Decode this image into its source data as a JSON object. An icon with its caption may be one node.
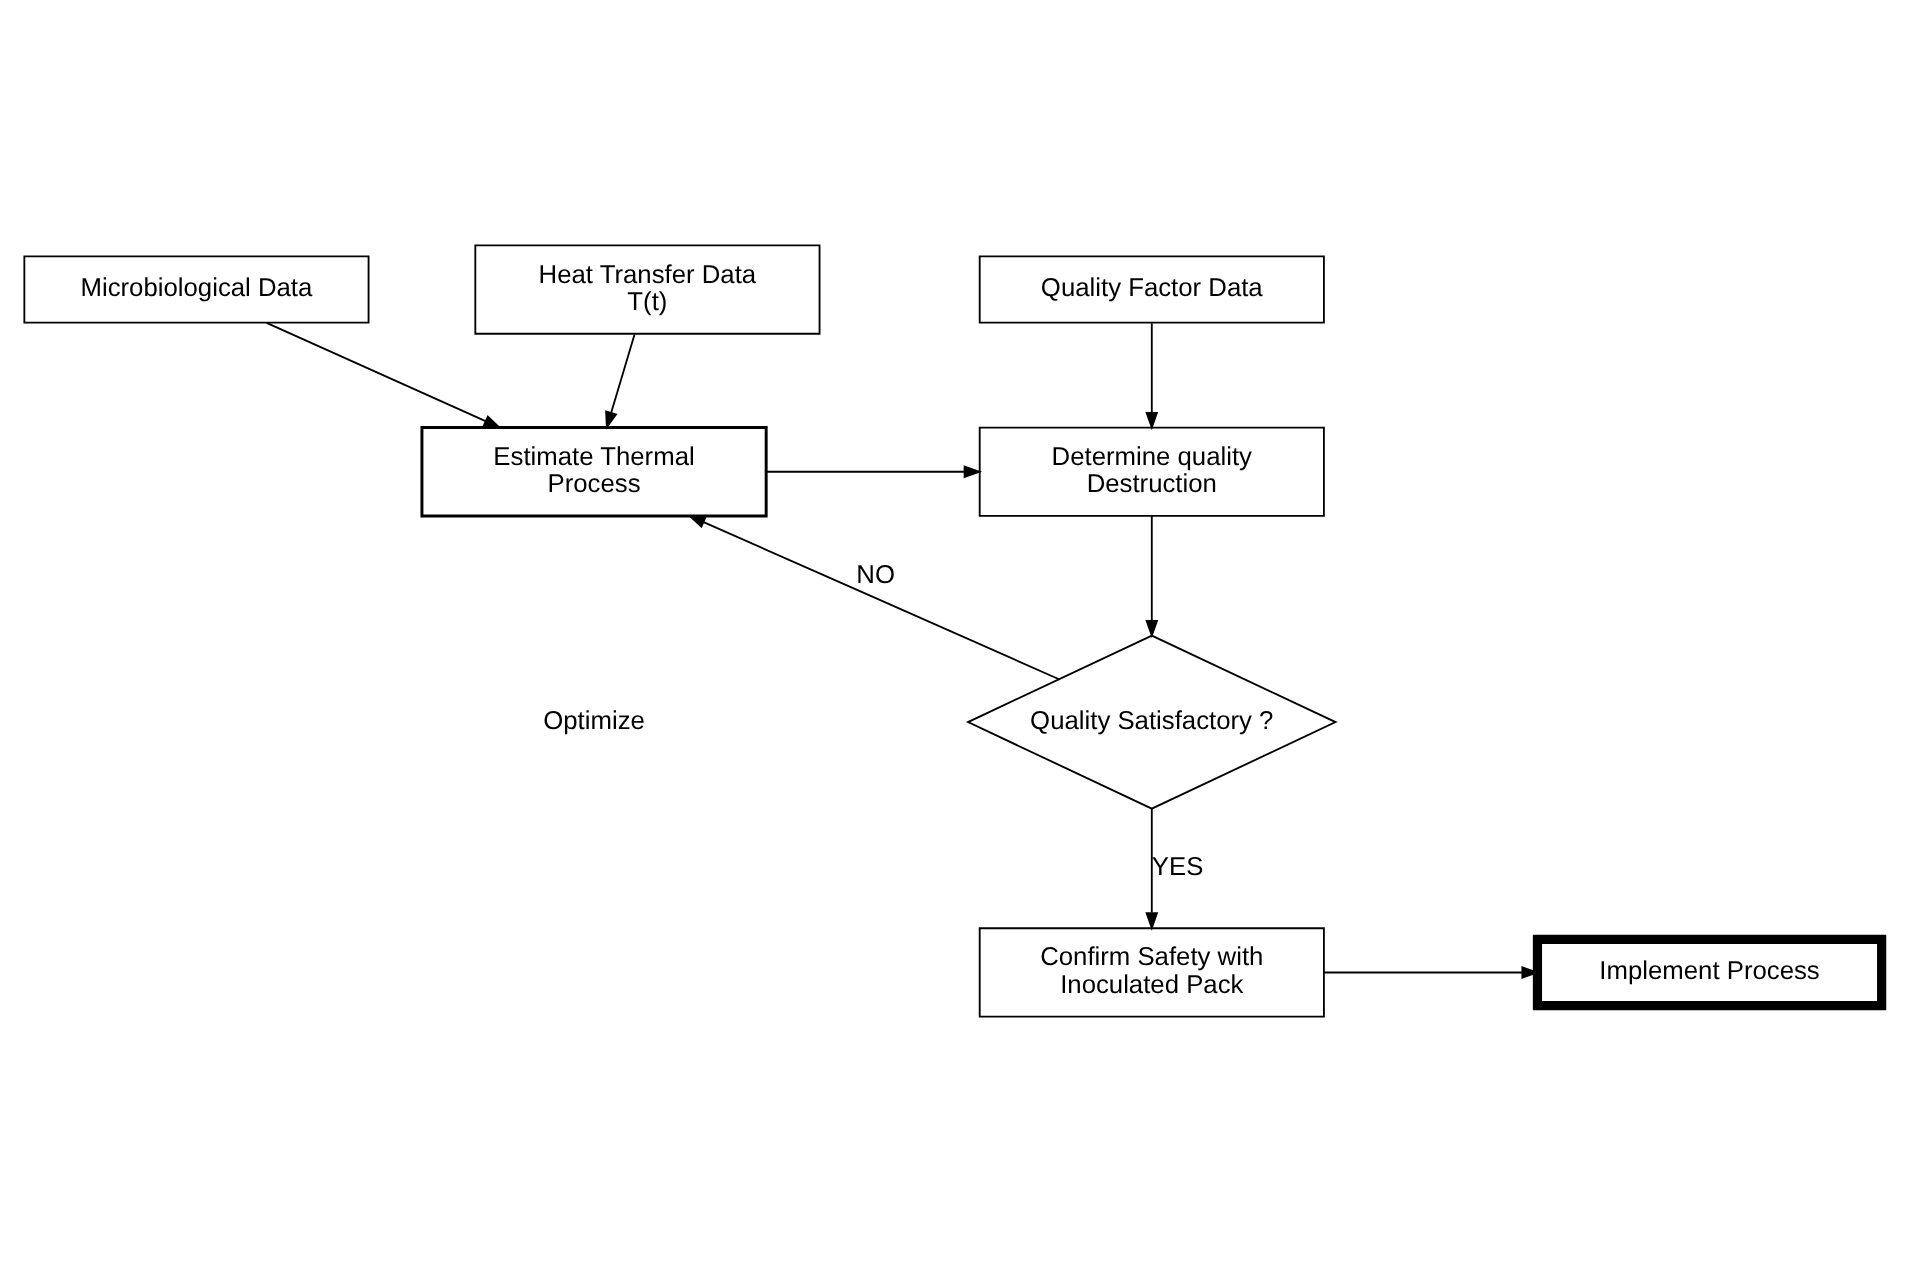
{
  "diagram": {
    "nodes": [
      {
        "text": [
          "Microbiological Data"
        ]
      },
      {
        "text": [
          "Heat Transfer Data T(t)"
        ]
      },
      {
        "text": [
          "Quality Factor Data"
        ]
      },
      {
        "text": [
          "Estimate Thermal Process"
        ]
      },
      {
        "text": [
          "Determine quality Destruction"
        ]
      },
      {
        "text": [
          "Quality Satisfactory ?"
        ]
      },
      {
        "text": [
          "Confirm Safety with Inoculated Pack"
        ]
      },
      {
        "text": [
          "Implement Process"
        ]
      }
    ],
    "edges": [
      {
        "from": 0,
        "to": 3,
        "arrow": "to"
      },
      {
        "from": 1,
        "to": 3,
        "arrow": "to"
      },
      {
        "from": 2,
        "to": 4,
        "arrow": "to"
      },
      {
        "from": 3,
        "to": 4,
        "arrow": "to"
      },
      {
        "from": 4,
        "to": 5,
        "arrow": "to"
      },
      {
        "from": 5,
        "to": 3,
        "arrow": "to",
        "label": "NO"
      },
      {
        "from": 5,
        "to": 6,
        "arrow": "to",
        "label": "YES"
      },
      {
        "from": 6,
        "to": 7,
        "arrow": "to"
      }
    ],
    "labels": [
      "Optimize"
    ]
  }
}
